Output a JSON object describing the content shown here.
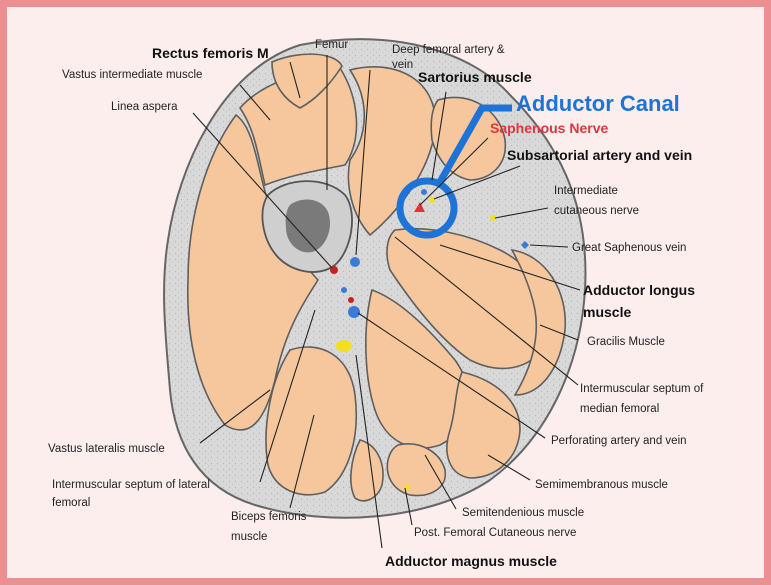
{
  "colors": {
    "frame_border": "#ec8f93",
    "frame_bg": "#fdeeee",
    "muscle": "#f6c79d",
    "fascia": "#d8d8d8",
    "canal_blue": "#1d73d6",
    "nerve_red": "#e0353d",
    "artery_red": "#cc1f1f",
    "vein_blue": "#3b7bd8",
    "nerve_yellow": "#f2e020"
  },
  "labels": {
    "rectus_femoris": "Rectus femoris M",
    "femur": "Femur",
    "deep_femoral_artery_l1": "Deep femoral artery &",
    "deep_femoral_artery_l2": "vein",
    "vastus_intermediate": "Vastus intermediate muscle",
    "linea_aspera": "Linea aspera",
    "sartorius": "Sartorius muscle",
    "adductor_canal": "Adductor Canal",
    "saphenous_nerve": "Saphenous Nerve",
    "subsartorial": "Subsartorial artery and vein",
    "intermediate_cutaneous_l1": "Intermediate",
    "intermediate_cutaneous_l2": "cutaneous nerve",
    "great_saphenous": "Great Saphenous vein",
    "adductor_longus_l1": "Adductor longus",
    "adductor_longus_l2": "muscle",
    "gracilis": "Gracilis Muscle",
    "intermuscular_median_l1": "Intermuscular septum of",
    "intermuscular_median_l2": "median femoral",
    "perforating": "Perforating artery and vein",
    "semimembranous": "Semimembranous muscle",
    "semitendenious": "Semitendenious muscle",
    "post_femoral": "Post. Femoral Cutaneous nerve",
    "adductor_magnus": "Adductor magnus muscle",
    "biceps_l1": "Biceps femoris",
    "biceps_l2": "muscle",
    "intermuscular_lateral_l1": "Intermuscular septum of lateral",
    "intermuscular_lateral_l2": "femoral",
    "vastus_lateralis": "Vastus lateralis muscle"
  }
}
